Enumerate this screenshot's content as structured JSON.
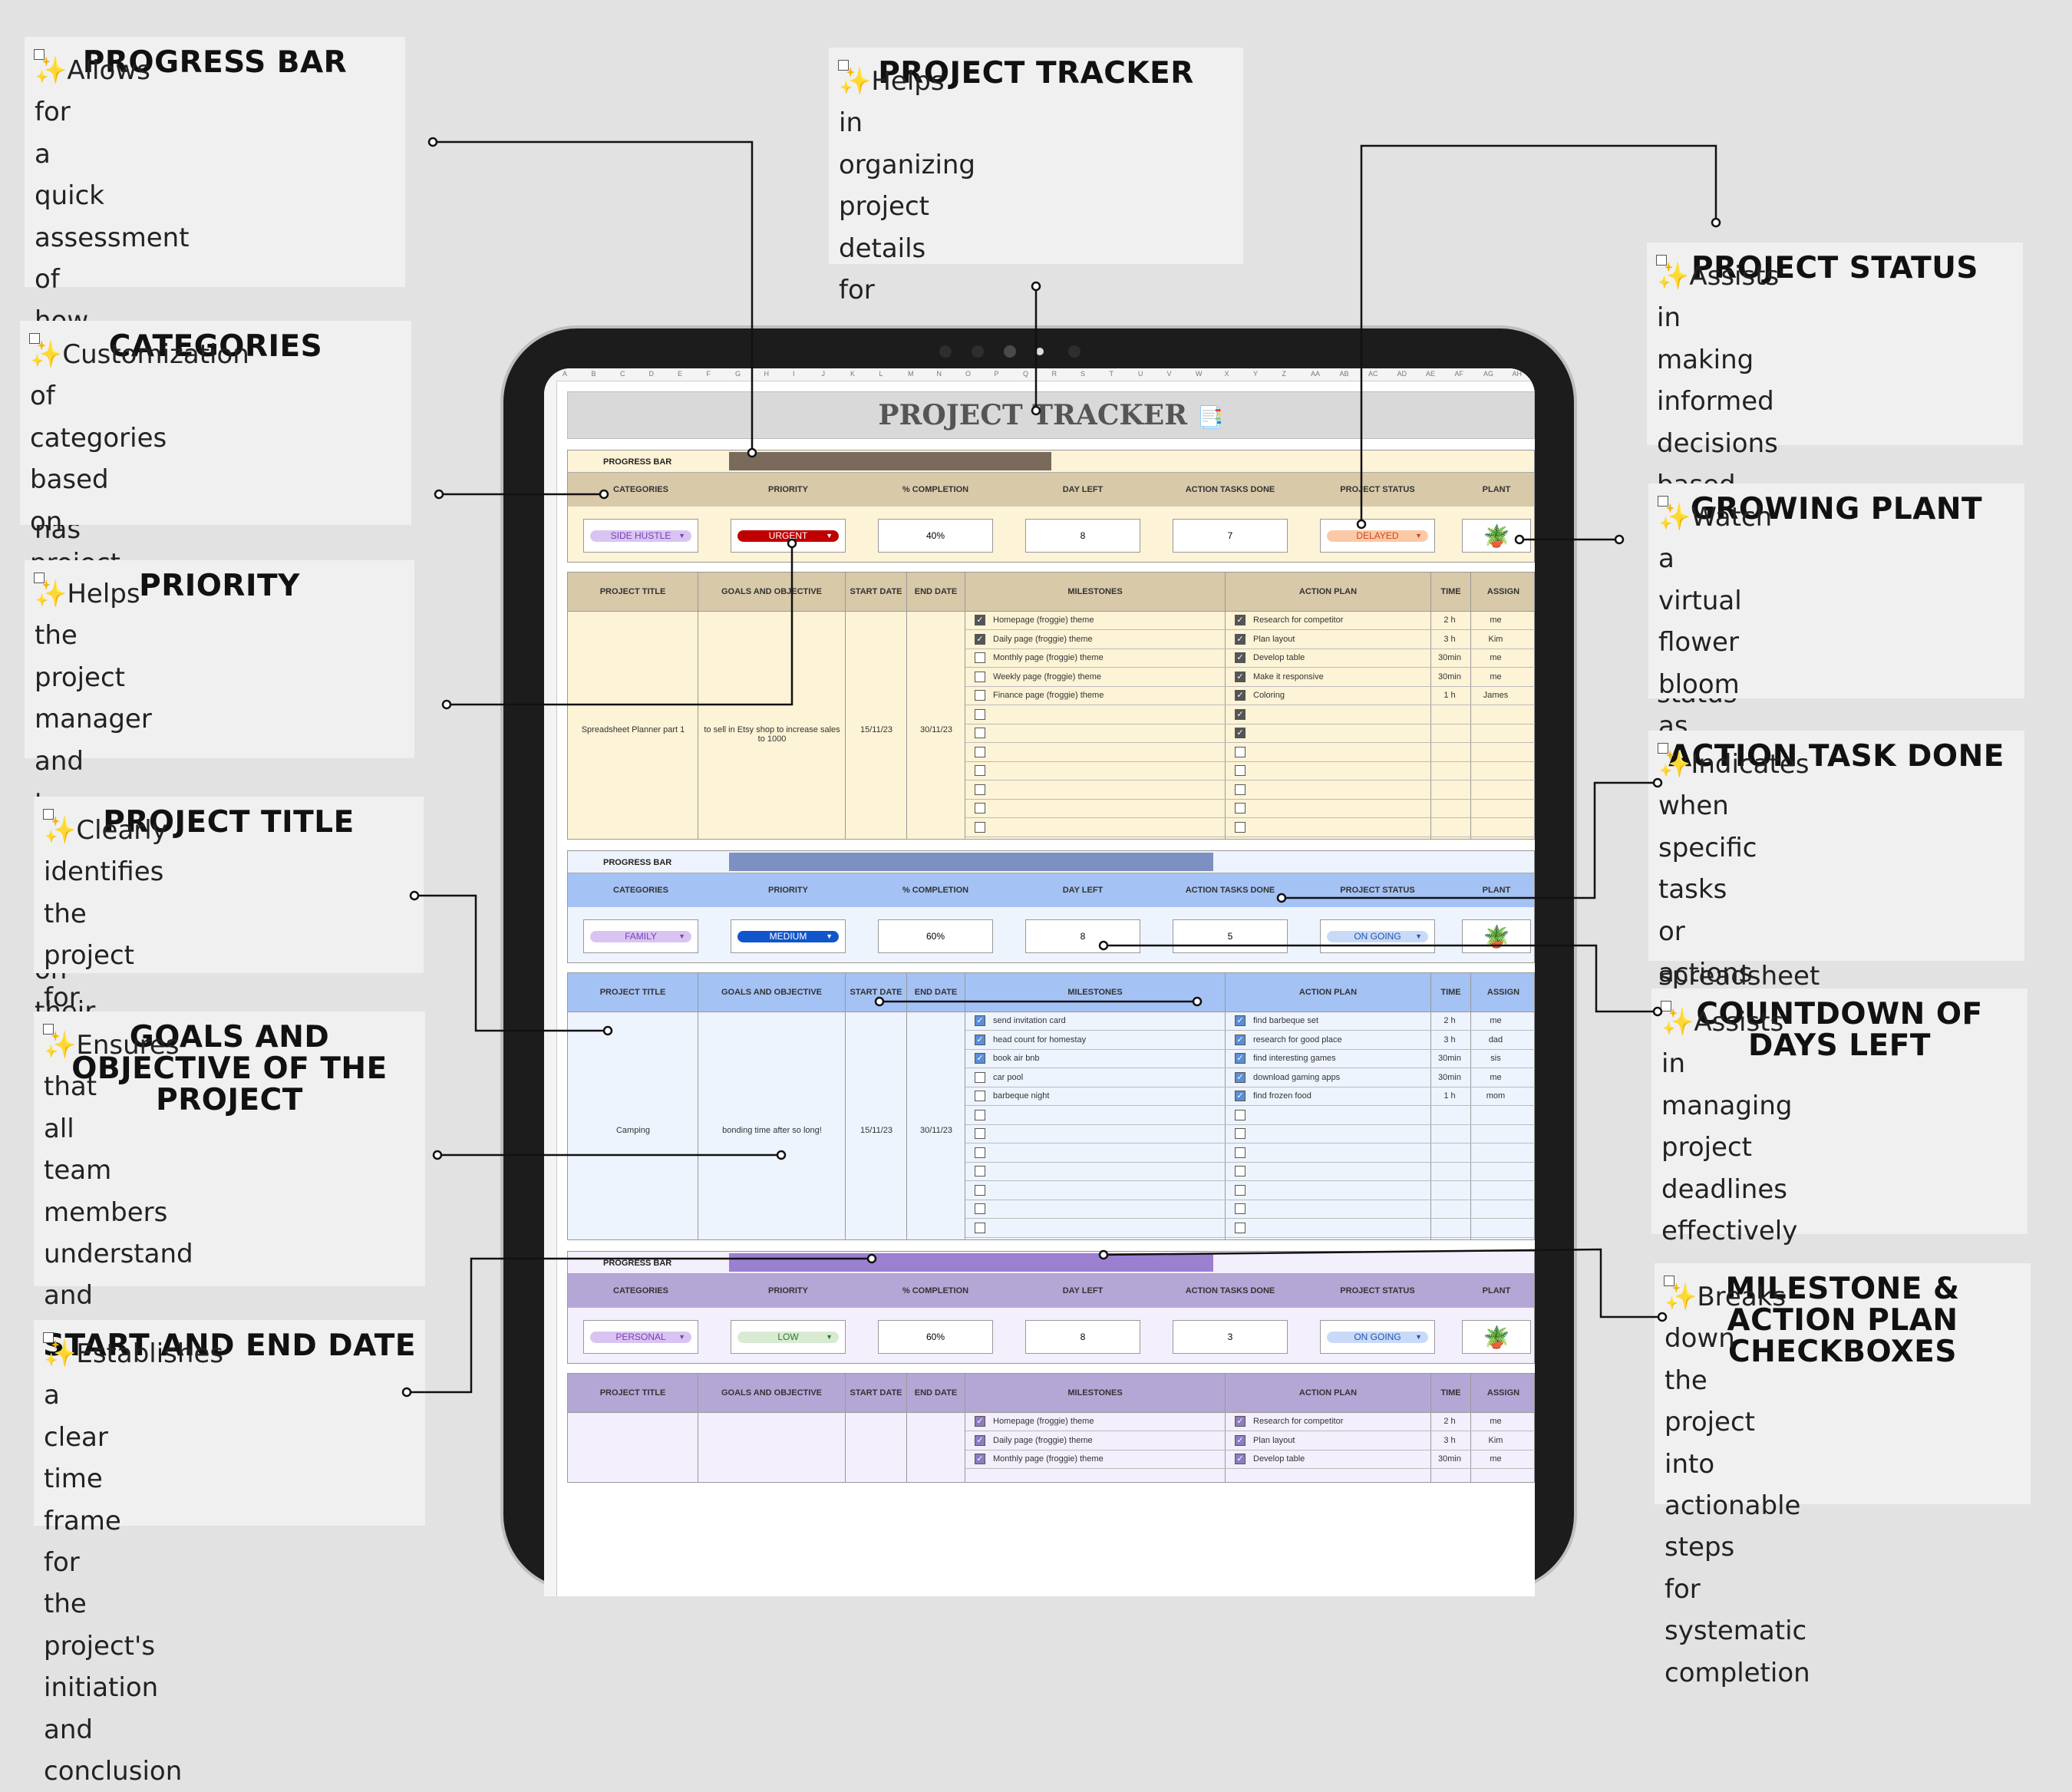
{
  "callouts": {
    "progress_bar": {
      "title": "PROGRESS BAR",
      "body": "Allows for a quick assessment of how much of the project has been completed"
    },
    "categories": {
      "title": "CATEGORIES",
      "body": "Customization of categories based on project-specific needs"
    },
    "priority": {
      "title": "PRIORITY",
      "body": "Helps the project manager and team prioritize tasks based on their importance"
    },
    "project_title": {
      "title": "PROJECT TITLE",
      "body": "Clearly identifies the project for easy reference"
    },
    "goals": {
      "title": "GOALS AND OBJECTIVE OF THE PROJECT",
      "body": "Ensures that all team members understand and work towards common goals"
    },
    "dates": {
      "title": "START AND END DATE",
      "body": "Establishes a clear time frame for the project's initiation and conclusion"
    },
    "tracker": {
      "title": "PROJECT TRACKER",
      "body": "Helps in organizing project details for easy access and reference"
    },
    "status": {
      "title": "PROJECT STATUS",
      "body": "Assists in making informed decisions based on the current project status"
    },
    "plant": {
      "title": "GROWING PLANT",
      "body": "Watch a virtual flower bloom as you complete tasks in your spreadsheet"
    },
    "action_done": {
      "title": "ACTION TASK DONE",
      "body": "Indicates when specific tasks or actions have been successfully completed"
    },
    "countdown": {
      "title": "COUNTDOWN OF DAYS LEFT",
      "body": "Assists in managing project deadlines effectively"
    },
    "checkboxes": {
      "title": "MILESTONE & ACTION PLAN CHECKBOXES",
      "body": "Breaks down the project into actionable steps for systematic completion"
    },
    "sparkle": "✨"
  },
  "sheet": {
    "title": "PROJECT TRACKER",
    "title_icon": "📑",
    "col_letters": [
      "A",
      "B",
      "C",
      "D",
      "E",
      "F",
      "G",
      "H",
      "I",
      "J",
      "K",
      "L",
      "M",
      "N",
      "O",
      "P",
      "Q",
      "R",
      "S",
      "T",
      "U",
      "V",
      "W",
      "X",
      "Y",
      "Z",
      "AA",
      "AB",
      "AC",
      "AD",
      "AE",
      "AF",
      "AG",
      "AH"
    ],
    "summary_headers": {
      "categories": "CATEGORIES",
      "priority": "PRIORITY",
      "completion": "% COMPLETION",
      "day_left": "DAY LEFT",
      "tasks_done": "ACTION TASKS DONE",
      "status": "PROJECT STATUS",
      "plant": "PLANT"
    },
    "progress_label": "PROGRESS BAR",
    "table_headers": {
      "title": "PROJECT TITLE",
      "goals": "GOALS AND OBJECTIVE",
      "start": "START DATE",
      "end": "END DATE",
      "milestones": "MILESTONES",
      "action_plan": "ACTION PLAN",
      "time": "TIME",
      "assign": "ASSIGN"
    },
    "projects": [
      {
        "progress": 0.4,
        "theme": "tan",
        "category": "SIDE HUSTLE",
        "priority": "URGENT",
        "completion": "40%",
        "day_left": "8",
        "tasks_done": "7",
        "status": "DELAYED",
        "title": "Spreadsheet Planner part 1",
        "goals": "to sell in Etsy shop to increase sales to 1000",
        "start": "15/11/23",
        "end": "30/11/23",
        "milestones": [
          "Homepage (froggie) theme",
          "Daily page (froggie) theme",
          "Monthly page (froggie) theme",
          "Weekly page (froggie) theme",
          "Finance page (froggie) theme",
          "",
          "",
          "",
          "",
          "",
          "",
          ""
        ],
        "milestones_done": [
          true,
          true,
          false,
          false,
          false,
          false,
          false,
          false,
          false,
          false,
          false,
          false
        ],
        "actions": [
          "Research for competitor",
          "Plan layout",
          "Develop table",
          "Make it responsive",
          "Coloring",
          "",
          "",
          "",
          "",
          "",
          "",
          ""
        ],
        "actions_done": [
          true,
          true,
          true,
          true,
          true,
          true,
          true,
          false,
          false,
          false,
          false,
          false
        ],
        "times": [
          "2 h",
          "3 h",
          "30min",
          "30min",
          "1 h",
          "",
          "",
          "",
          "",
          "",
          "",
          ""
        ],
        "assigns": [
          "me",
          "Kim",
          "me",
          "me",
          "James",
          "",
          "",
          "",
          "",
          "",
          "",
          ""
        ]
      },
      {
        "progress": 0.6,
        "theme": "blue",
        "category": "FAMILY",
        "priority": "MEDIUM",
        "completion": "60%",
        "day_left": "8",
        "tasks_done": "5",
        "status": "ON GOING",
        "title": "Camping",
        "goals": "bonding time after so long!",
        "start": "15/11/23",
        "end": "30/11/23",
        "milestones": [
          "send invitation card",
          "head count for homestay",
          "book air bnb",
          "car pool",
          "barbeque night",
          "",
          "",
          "",
          "",
          "",
          "",
          ""
        ],
        "milestones_done": [
          true,
          true,
          true,
          false,
          false,
          false,
          false,
          false,
          false,
          false,
          false,
          false
        ],
        "actions": [
          "find barbeque set",
          "research for good place",
          "find interesting games",
          "download gaming apps",
          "find frozen food",
          "",
          "",
          "",
          "",
          "",
          "",
          ""
        ],
        "actions_done": [
          true,
          true,
          true,
          true,
          true,
          false,
          false,
          false,
          false,
          false,
          false,
          false
        ],
        "times": [
          "2 h",
          "3 h",
          "30min",
          "30min",
          "1 h",
          "",
          "",
          "",
          "",
          "",
          "",
          ""
        ],
        "assigns": [
          "me",
          "dad",
          "sis",
          "me",
          "mom",
          "",
          "",
          "",
          "",
          "",
          "",
          ""
        ]
      },
      {
        "progress": 0.6,
        "theme": "purple",
        "category": "PERSONAL",
        "priority": "LOW",
        "completion": "60%",
        "day_left": "8",
        "tasks_done": "3",
        "status": "ON GOING",
        "milestones": [
          "Homepage (froggie) theme",
          "Daily page (froggie) theme",
          "Monthly page (froggie) theme"
        ],
        "milestones_done": [
          true,
          true,
          true
        ],
        "actions": [
          "Research for competitor",
          "Plan layout",
          "Develop table"
        ],
        "actions_done": [
          true,
          true,
          true
        ],
        "times": [
          "2 h",
          "3 h",
          "30min"
        ],
        "assigns": [
          "me",
          "Kim",
          "me"
        ]
      }
    ]
  },
  "colors": {
    "tan": {
      "bg": "#fdf3d6",
      "hdr": "#d8c9a9",
      "bar": "#7a6a5c",
      "cb": "#555"
    },
    "blue": {
      "bg": "#eef4fd",
      "hdr": "#a4c2f4",
      "bar": "#7d90c2",
      "cb": "#5b8ed9"
    },
    "purple": {
      "bg": "#f4effc",
      "hdr": "#b4a7d6",
      "bar": "#9b7fd1",
      "cb": "#8e7cc3"
    },
    "category_pill": "#d9c4f1",
    "priority": {
      "URGENT": "#c00000",
      "MEDIUM": "#1155cc",
      "LOW": "#d9ead3"
    },
    "status": {
      "DELAYED": "#fbc9a6",
      "ON GOING": "#c9daf8"
    }
  }
}
